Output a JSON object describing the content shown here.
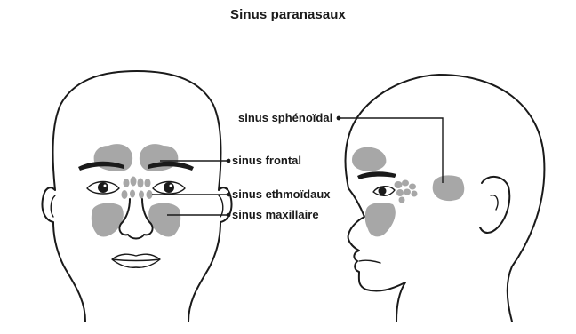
{
  "title": "Sinus paranasaux",
  "labels": {
    "sphenoidal": "sinus sphénoïdal",
    "frontal": "sinus frontal",
    "ethmoidal": "sinus ethmoïdaux",
    "maxillary": "sinus maxillaire"
  },
  "colors": {
    "sinus_fill": "#a7a7a7",
    "outline": "#1a1a1a",
    "background": "#ffffff"
  }
}
